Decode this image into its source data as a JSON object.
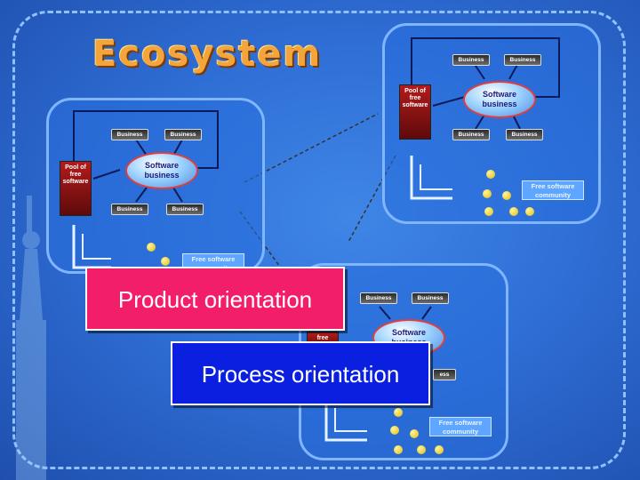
{
  "title": "Ecosystem",
  "diagram": {
    "pool_label": "Pool of free software",
    "business_label": "Business",
    "software_business_label": "Software business",
    "community_label": "Free software community",
    "partial_pool_label": "free",
    "partial_business_label": "ess"
  },
  "labels": {
    "product": "Product orientation",
    "process": "Process orientation"
  },
  "colors": {
    "product_box": "#f21e6a",
    "process_box": "#0a1fe0",
    "title": "#f3a43a"
  }
}
